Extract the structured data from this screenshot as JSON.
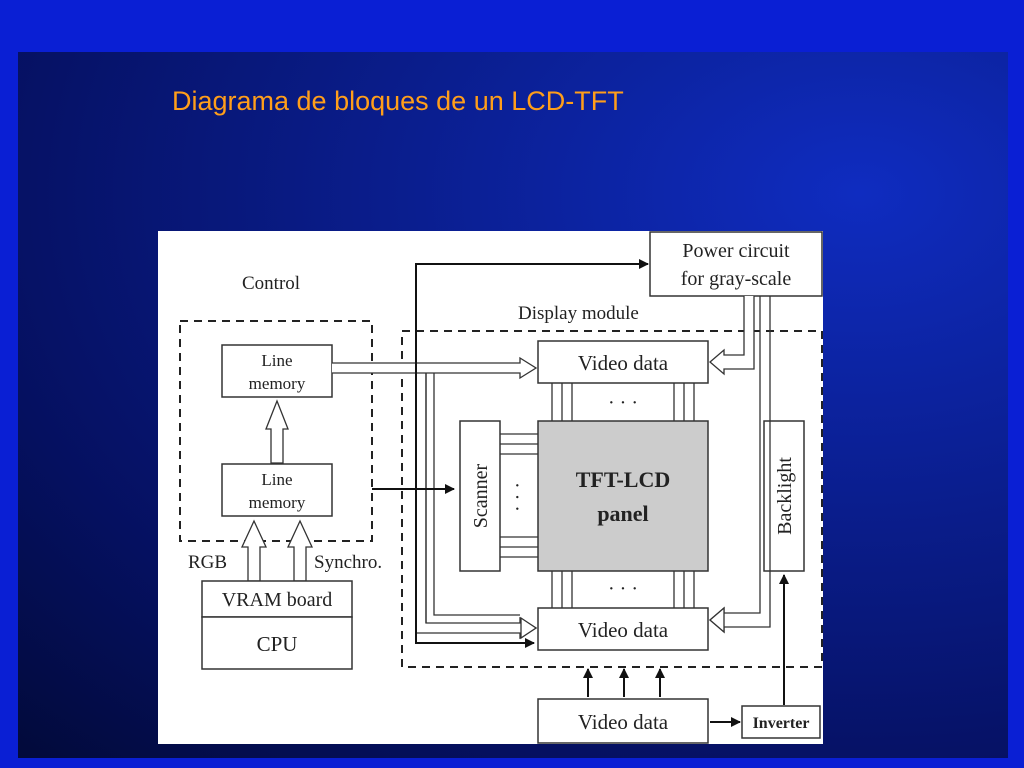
{
  "slide": {
    "title": "Diagrama de bloques de un LCD-TFT"
  },
  "diagram": {
    "control_label": "Control",
    "display_module_label": "Display module",
    "power_circuit_line1": "Power circuit",
    "power_circuit_line2": "for gray-scale",
    "line_memory_top_line1": "Line",
    "line_memory_top_line2": "memory",
    "line_memory_bottom_line1": "Line",
    "line_memory_bottom_line2": "memory",
    "rgb_label": "RGB",
    "synchro_label": "Synchro.",
    "vram_board": "VRAM board",
    "cpu": "CPU",
    "video_data_top": "Video data",
    "video_data_bottom": "Video data",
    "video_data_external": "Video data",
    "scanner": "Scanner",
    "panel_line1": "TFT-LCD",
    "panel_line2": "panel",
    "backlight": "Backlight",
    "inverter": "Inverter",
    "dots_top": "· · ·",
    "dots_bottom": "· · ·",
    "dots_side": "· · ·"
  }
}
